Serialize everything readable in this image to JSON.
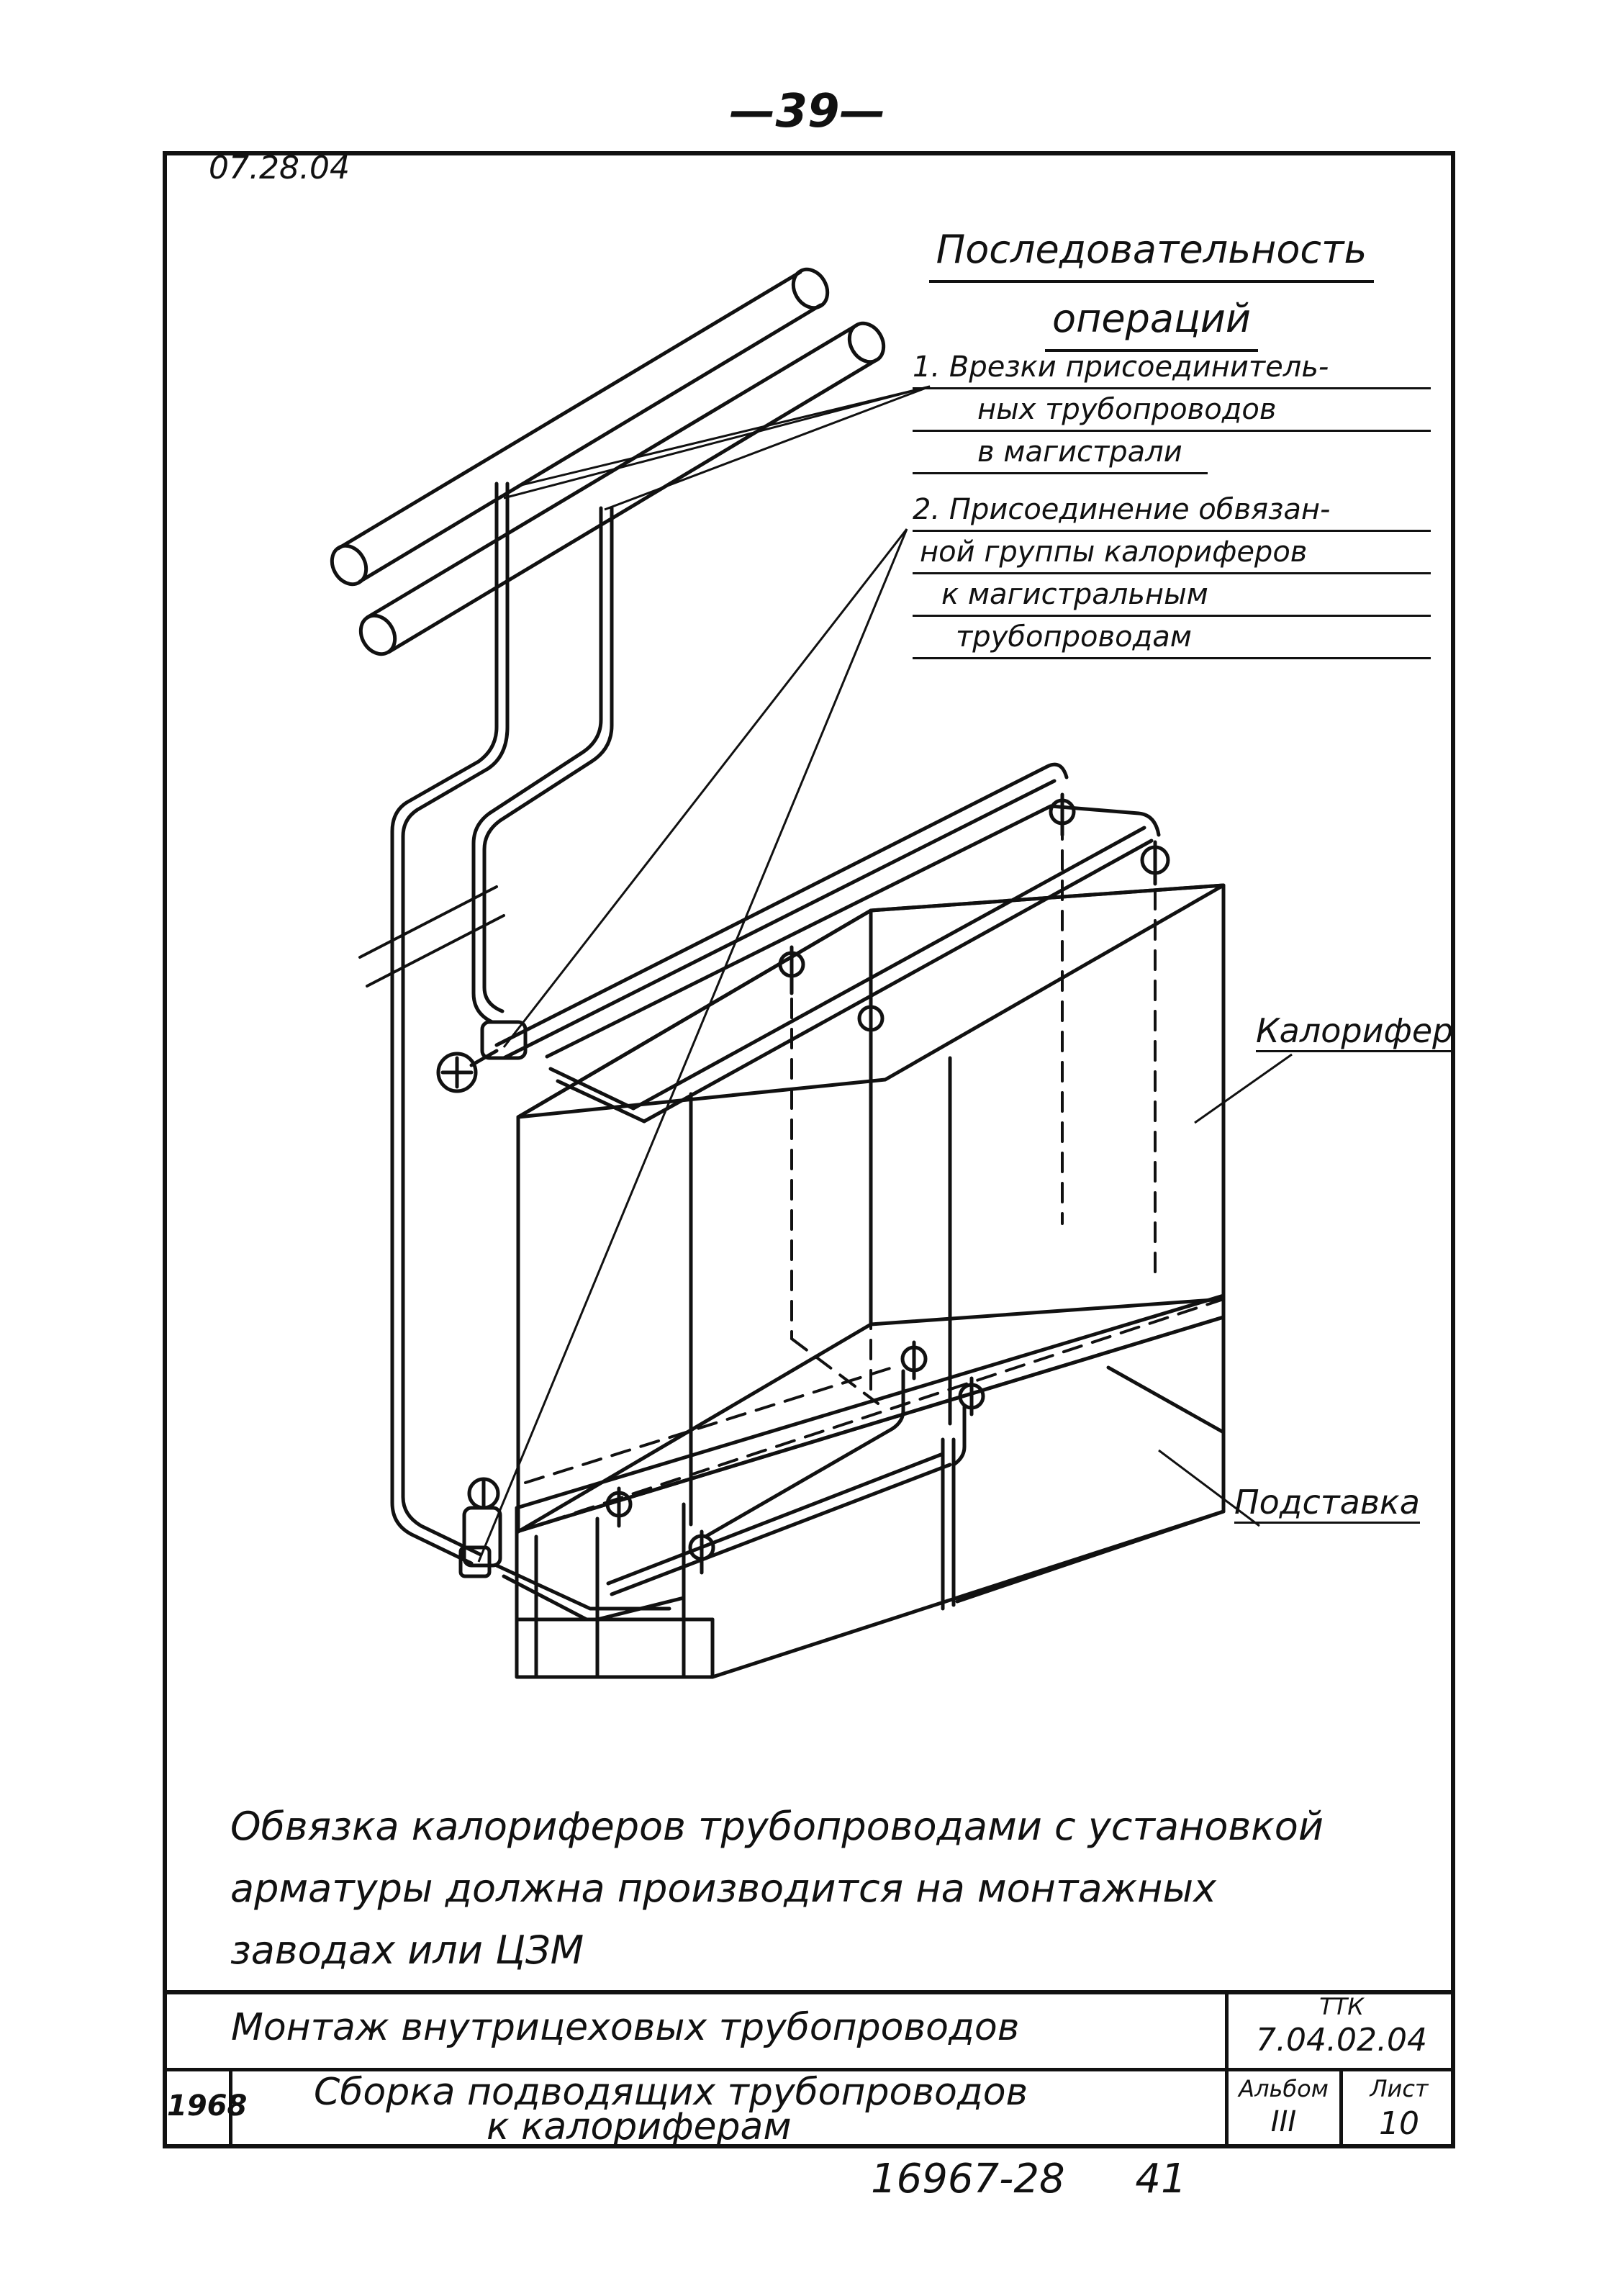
{
  "page_number": "—39—",
  "doc_code": "07.28.04",
  "operations": {
    "title_line1": "Последовательность",
    "title_line2": "операций",
    "step1_lines": [
      "1. Врезки присоединитель-",
      "ных трубопроводов",
      "в магистрали"
    ],
    "step2_lines": [
      "2. Присоединение обвязан-",
      "ной группы калориферов",
      "к магистральным",
      "трубопроводам"
    ]
  },
  "labels": {
    "heater": "Калорифер",
    "stand": "Подставка"
  },
  "note_lines": [
    "Обвязка калориферов трубопроводами с установкой",
    "арматуры должна производится на монтажных",
    "заводах или ЦЗМ"
  ],
  "title_block": {
    "title_main": "Монтаж внутрицеховых трубопроводов",
    "doc_type": "ТТК",
    "doc_number": "7.04.02.04",
    "year": "1968",
    "subtitle_line1": "Сборка подводящих трубопроводов",
    "subtitle_line2": "к калориферам",
    "album_label": "Альбом",
    "album_value": "III",
    "sheet_label": "Лист",
    "sheet_value": "10"
  },
  "footer": {
    "inventory_number": "16967-28",
    "page_ref": "41"
  }
}
